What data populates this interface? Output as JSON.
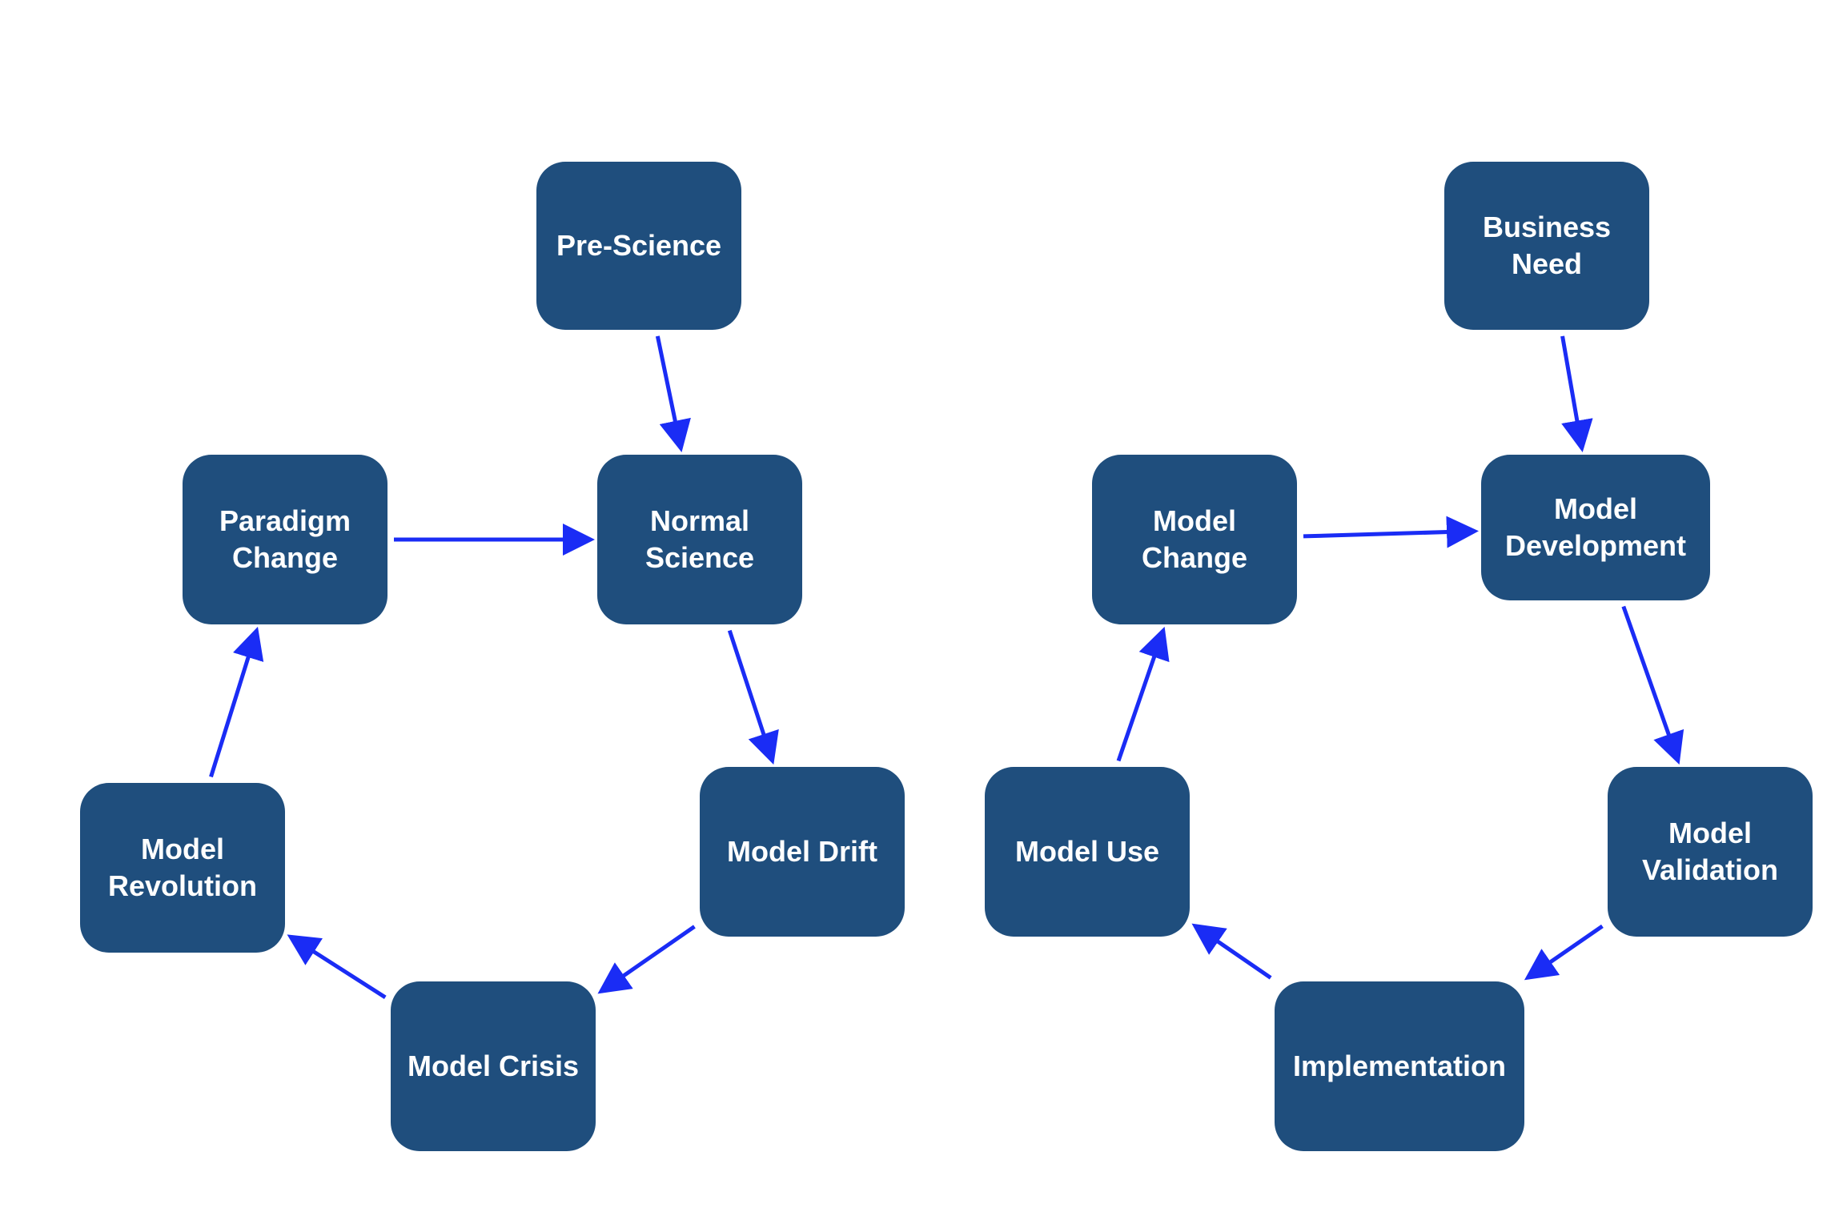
{
  "colors": {
    "node_fill": "#1f4e7d",
    "node_text": "#ffffff",
    "arrow": "#1a2cf5",
    "background": "#ffffff"
  },
  "left_cycle": {
    "pre_science": "Pre-Science",
    "normal_science": [
      "Normal",
      "Science"
    ],
    "model_drift": "Model Drift",
    "model_crisis": "Model Crisis",
    "model_revolution": [
      "Model",
      "Revolution"
    ],
    "paradigm_change": [
      "Paradigm",
      "Change"
    ]
  },
  "right_cycle": {
    "business_need": [
      "Business",
      "Need"
    ],
    "model_development": [
      "Model",
      "Development"
    ],
    "model_validation": [
      "Model",
      "Validation"
    ],
    "implementation": "Implementation",
    "model_use": "Model Use",
    "model_change": [
      "Model",
      "Change"
    ]
  },
  "edges": [
    [
      "pre-science-node",
      "normal-science-node"
    ],
    [
      "normal-science-node",
      "model-drift-node"
    ],
    [
      "model-drift-node",
      "model-crisis-node"
    ],
    [
      "model-crisis-node",
      "model-revolution-node"
    ],
    [
      "model-revolution-node",
      "paradigm-change-node"
    ],
    [
      "paradigm-change-node",
      "normal-science-node"
    ],
    [
      "business-need-node",
      "model-development-node"
    ],
    [
      "model-development-node",
      "model-validation-node"
    ],
    [
      "model-validation-node",
      "implementation-node"
    ],
    [
      "implementation-node",
      "model-use-node"
    ],
    [
      "model-use-node",
      "model-change-node"
    ],
    [
      "model-change-node",
      "model-development-node"
    ]
  ]
}
